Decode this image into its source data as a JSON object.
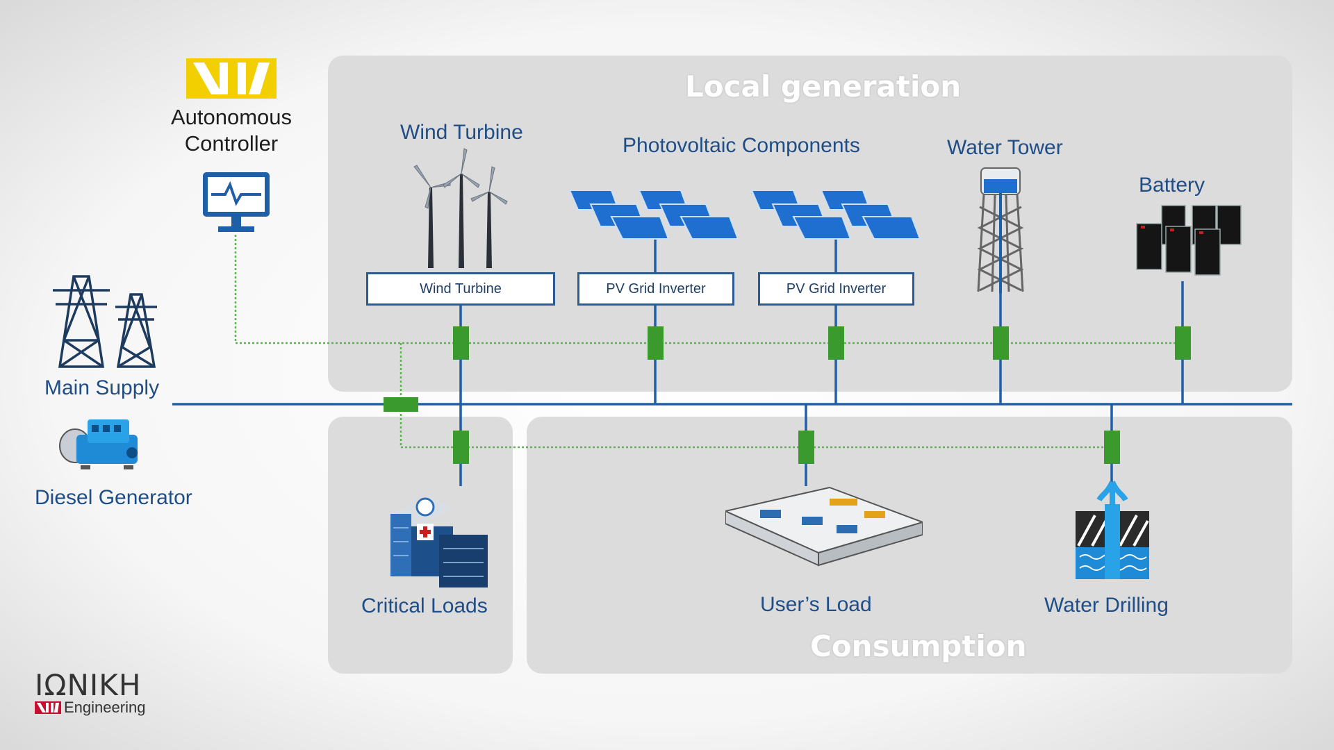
{
  "panels": {
    "local_generation": "Local generation",
    "consumption": "Consumption"
  },
  "controller": {
    "label_line1": "Autonomous",
    "label_line2": "Controller"
  },
  "sources": {
    "main_supply": "Main Supply",
    "diesel_generator": "Diesel Generator"
  },
  "generation": {
    "wind_turbine_title": "Wind Turbine",
    "photovoltaic_title": "Photovoltaic Components",
    "water_tower_title": "Water Tower",
    "battery_title": "Battery",
    "wind_turbine_box": "Wind Turbine",
    "pv_inverter_1": "PV Grid Inverter",
    "pv_inverter_2": "PV Grid Inverter"
  },
  "loads": {
    "critical_loads": "Critical Loads",
    "users_load": "User’s Load",
    "water_drilling": "Water Drilling"
  },
  "brand": {
    "name": "IΩNIKH",
    "sub": "Engineering"
  },
  "colors": {
    "bus": "#1f5fa8",
    "control_line": "#54b948",
    "switch": "#3a9a2e",
    "panel": "#dcdcdc",
    "logo_yellow": "#f2cf00",
    "brand_red": "#c8102e"
  }
}
